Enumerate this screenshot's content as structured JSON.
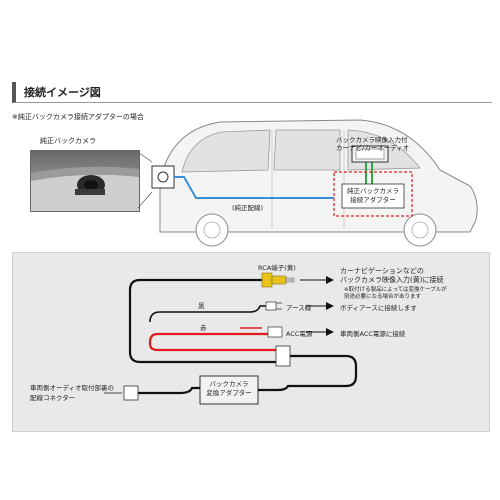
{
  "section_title": "接続イメージ図",
  "note": "※純正バックカメラ接続アダプターの場合",
  "camera_label": "純正バックカメラ",
  "headunit_label_line1": "バックカメラ映像入力付",
  "headunit_label_line2": "カーナビ/カーオーディオ",
  "adapter_top_line1": "純正バックカメラ",
  "adapter_top_line2": "接続アダプター",
  "oem_wiring": "(純正配線)",
  "rca_label": "RCA端子(黄)",
  "rca_desc_line1": "カーナビゲーションなどの",
  "rca_desc_line2": "バックカメラ映像入力(黄)に接続",
  "rca_desc_note1": "※取付ける製品によっては変換ケーブルが",
  "rca_desc_note2": "別途必要になる場合があります",
  "black_label": "黒",
  "ground_label": "アース線",
  "ground_desc": "ボディアースに接続します",
  "red_label": "赤",
  "acc_label": "ACC電源",
  "acc_desc": "車両側ACC電源に接続",
  "vehicle_conn_line1": "車両側オーディオ取付部裏の",
  "vehicle_conn_line2": "配線コネクター",
  "adapter_box_line1": "バックカメラ",
  "adapter_box_line2": "変換アダプター",
  "colors": {
    "blue_wire": "#3a8fd6",
    "red_wire": "#e01b1b",
    "dashed_box": "#e02020",
    "rca_yellow": "#e6c21a",
    "green_cable": "#2fa84a"
  }
}
